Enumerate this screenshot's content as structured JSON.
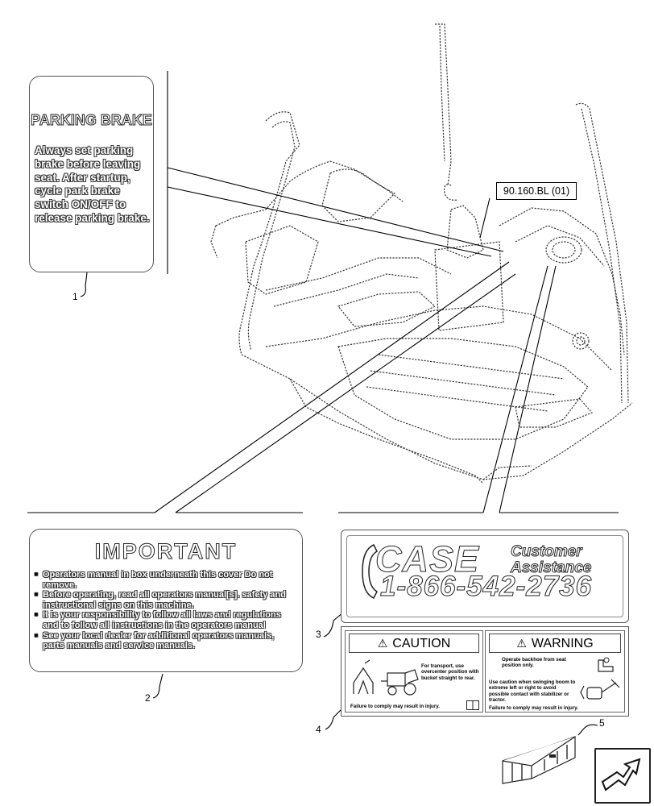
{
  "parking_decal": {
    "title": "PARKING BRAKE",
    "lines": [
      "Always set parking",
      "brake before leaving",
      "seat. After startup,",
      "cycle park brake",
      "switch ON/OFF to",
      "release parking brake."
    ]
  },
  "important_decal": {
    "title": "IMPORTANT",
    "bullets": [
      "Operators manual in box underneath this cover Do not remove.",
      "Before operating, read all operators manual[s]. safety and instructional signs on this machine.",
      "It is your responsibility to follow all laws and regulations and to follow all instructions in the operators manual",
      "See your local dealer for additional operators manuals, parts manuals and service manuals."
    ]
  },
  "case_decal": {
    "brand": "CASE",
    "sub1": "Customer",
    "sub2": "Assistance",
    "phone": "1-866-542-2736"
  },
  "caution_warning_decal": {
    "caution_title": "CAUTION",
    "warning_title": "WARNING",
    "caution_text": "For transport, use overcenter position with bucket straight to rear.",
    "caution_footer": "Failure to comply may result in injury.",
    "warning_top_text": "Operate backhoe from seat position only.",
    "warning_text": "Use caution when swinging boom to extreme left or right to avoid possible contact with stabilizer or tractor.",
    "warning_footer": "Failure to comply may result in injury."
  },
  "reference": "90.160.BL (01)",
  "callouts": {
    "c1": "1",
    "c2": "2",
    "c3": "3",
    "c4": "4",
    "c5": "5"
  },
  "icons": [
    "phone-icon",
    "cab-illustration",
    "manual-box-illustration",
    "next-page-arrow-icon",
    "warning-triangle-icon",
    "book-icon"
  ]
}
